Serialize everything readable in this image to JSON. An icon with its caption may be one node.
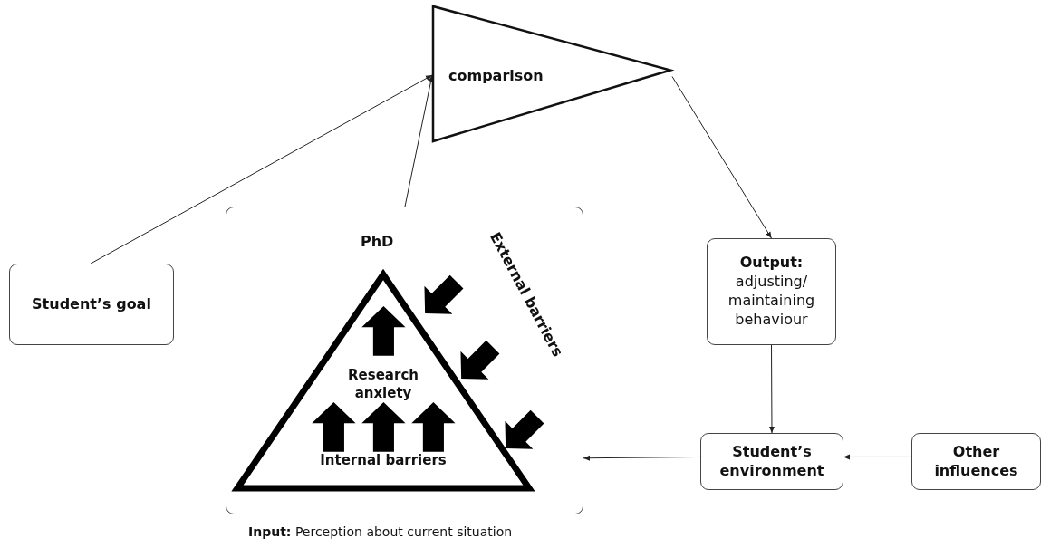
{
  "diagram": {
    "nodes": [
      {
        "text": [
          "comparison"
        ]
      },
      {
        "text": [
          "Student’s goal"
        ]
      },
      {
        "text": [
          "PhD"
        ],
        "beside": [
          "**Input:** Perception about current situation"
        ]
      },
      {
        "text": [
          "Research anxiety",
          "Internal barriers"
        ],
        "in": 2
      },
      {
        "text": [
          "**Output:** adjusting/ maintaining behaviour"
        ]
      },
      {
        "text": [
          "Student’s environment"
        ]
      },
      {
        "text": [
          "Other influences"
        ]
      }
    ],
    "edges": [
      {
        "from": 1,
        "to": 0,
        "arrow": "to"
      },
      {
        "from": 2,
        "to": 0,
        "arrow": "to"
      },
      {
        "from": 0,
        "to": 4,
        "arrow": "to"
      },
      {
        "from": 4,
        "to": 5,
        "arrow": "to"
      },
      {
        "from": 6,
        "to": 5,
        "arrow": "to"
      },
      {
        "from": 5,
        "to": 2,
        "arrow": "to"
      }
    ],
    "labels": [
      "External barriers"
    ]
  }
}
